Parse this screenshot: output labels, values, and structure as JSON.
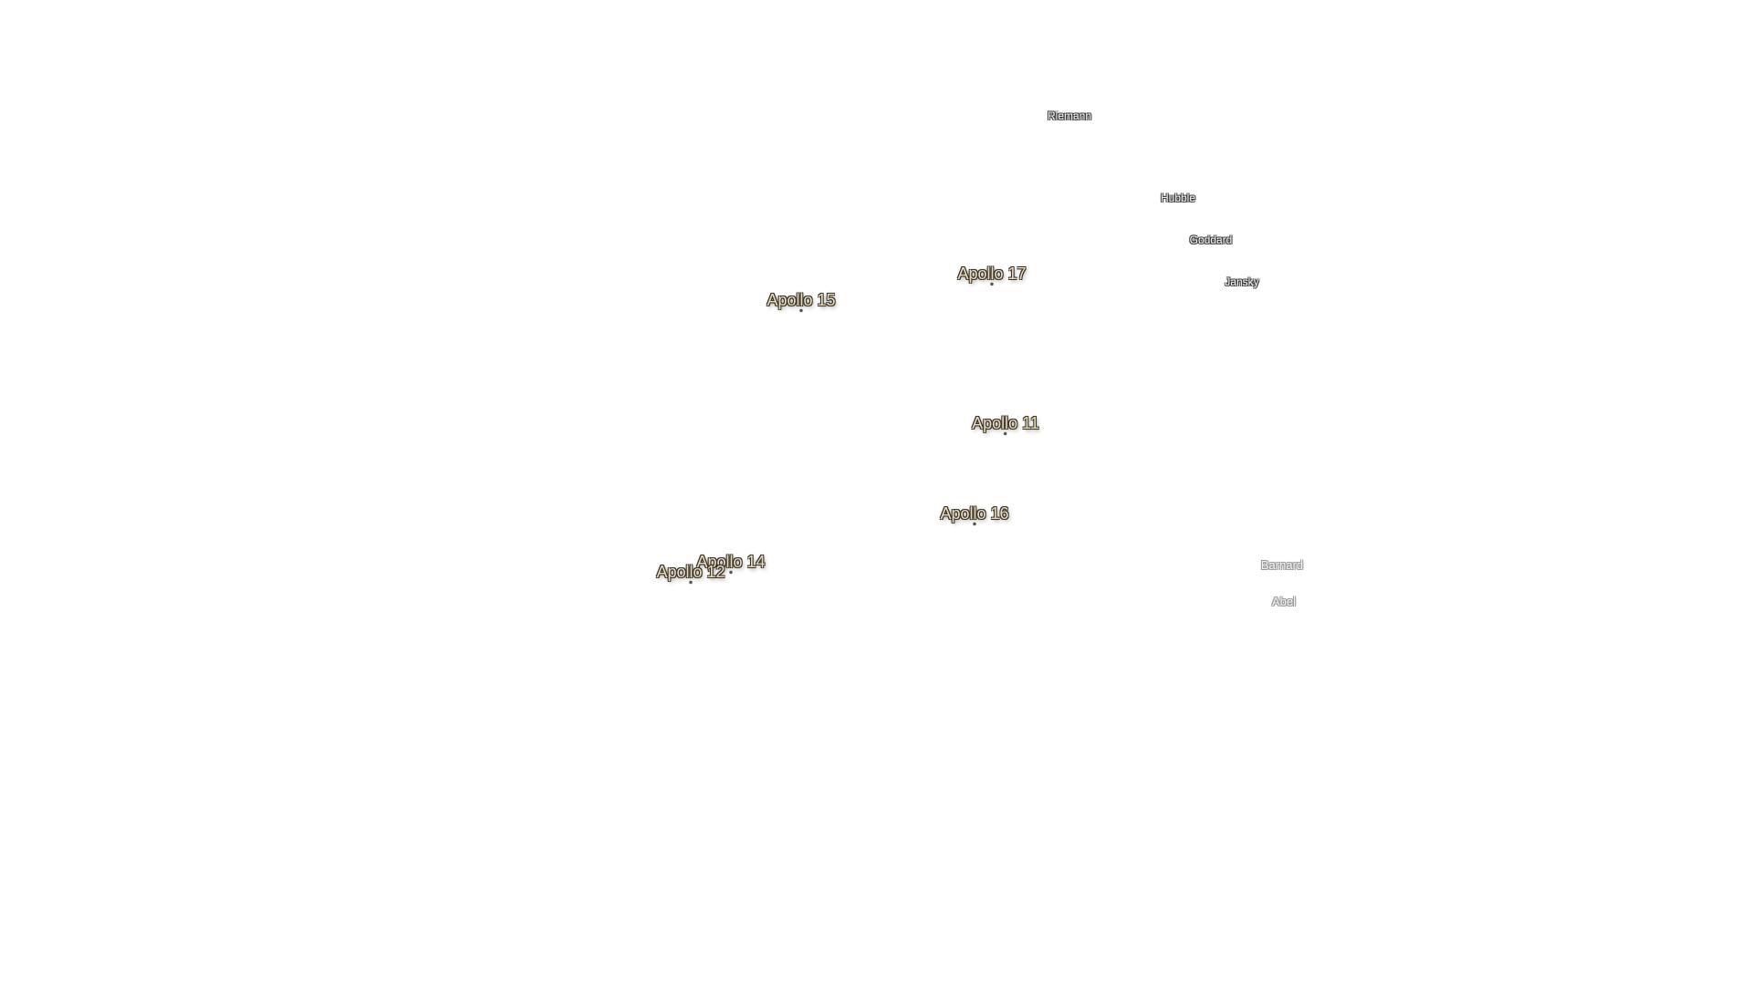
{
  "map": {
    "sites": [
      {
        "id": "riemann",
        "label": "Riemann",
        "kind": "crater"
      },
      {
        "id": "hubble",
        "label": "Hubble",
        "kind": "crater"
      },
      {
        "id": "goddard",
        "label": "Goddard",
        "kind": "crater"
      },
      {
        "id": "jansky",
        "label": "Jansky",
        "kind": "crater"
      },
      {
        "id": "apollo17",
        "label": "Apollo 17",
        "kind": "apollo"
      },
      {
        "id": "apollo15",
        "label": "Apollo 15",
        "kind": "apollo"
      },
      {
        "id": "apollo11",
        "label": "Apollo 11",
        "kind": "apollo"
      },
      {
        "id": "apollo16",
        "label": "Apollo 16",
        "kind": "apollo"
      },
      {
        "id": "apollo14",
        "label": "Apollo 14",
        "kind": "apollo"
      },
      {
        "id": "apollo12",
        "label": "Apollo 12",
        "kind": "apollo"
      },
      {
        "id": "barnard",
        "label": "Barnard",
        "kind": "crater"
      },
      {
        "id": "abel",
        "label": "Abel",
        "kind": "crater"
      }
    ],
    "colors": {
      "background": "#ffffff",
      "apollo_label": "#e8dcc0",
      "apollo_halo": "#3a3326",
      "crater_label": "#f5f5f5",
      "crater_halo": "#3c3c3c"
    }
  }
}
